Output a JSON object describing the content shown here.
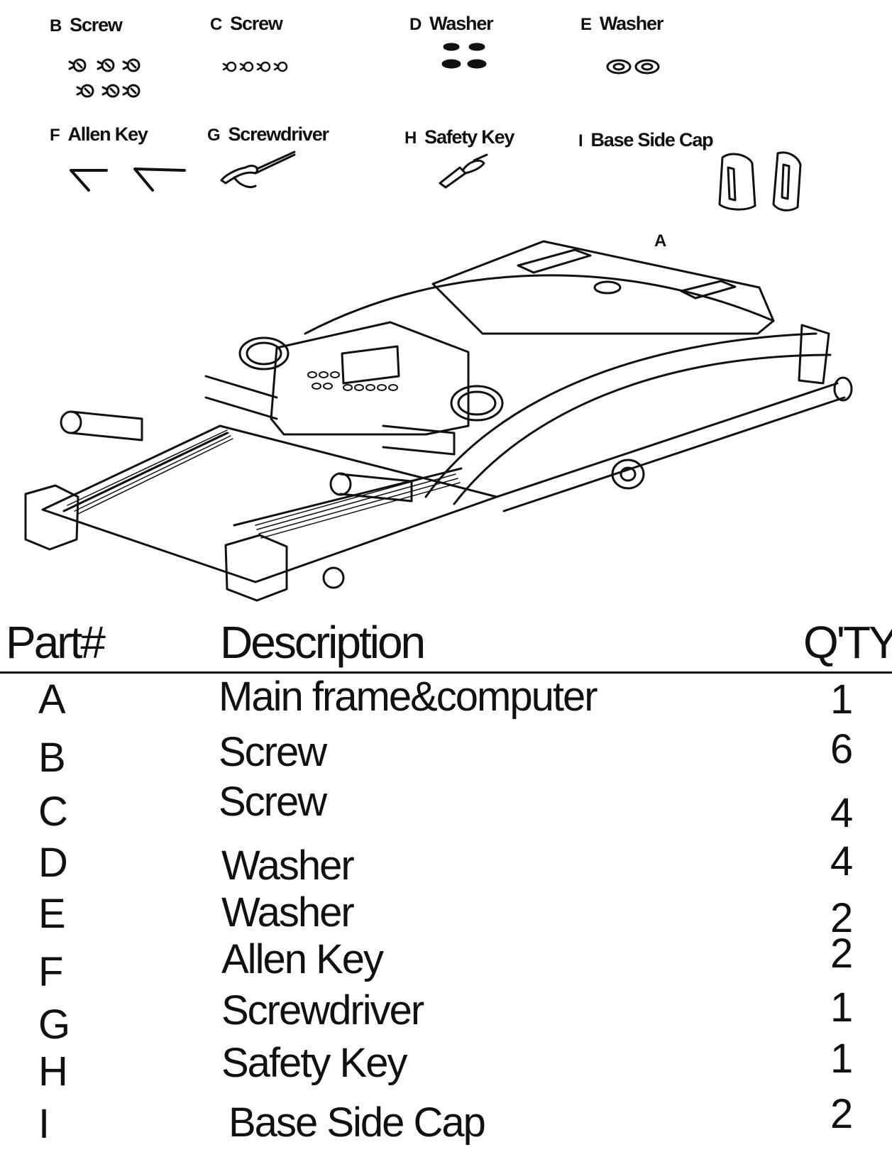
{
  "parts_illustrated": [
    {
      "letter": "B",
      "name": "Screw",
      "icon": "screw-icon"
    },
    {
      "letter": "C",
      "name": "Screw",
      "icon": "small-screw-icon"
    },
    {
      "letter": "D",
      "name": "Washer",
      "icon": "washer-icon"
    },
    {
      "letter": "E",
      "name": "Washer",
      "icon": "ring-washer-icon"
    },
    {
      "letter": "F",
      "name": "Allen Key",
      "icon": "allen-key-icon"
    },
    {
      "letter": "G",
      "name": "Screwdriver",
      "icon": "screwdriver-icon"
    },
    {
      "letter": "H",
      "name": "Safety Key",
      "icon": "safety-key-icon"
    },
    {
      "letter": "I",
      "name": "Base  Side  Cap",
      "icon": "base-side-cap-icon"
    }
  ],
  "main_frame_label": "A",
  "table": {
    "headers": {
      "part": "Part#",
      "description": "Description",
      "qty": "Q'TY"
    },
    "rows": [
      {
        "part": "A",
        "description": "Main frame&computer",
        "qty": "1"
      },
      {
        "part": "B",
        "description": "Screw",
        "qty": "6"
      },
      {
        "part": "C",
        "description": "Screw",
        "qty": "4"
      },
      {
        "part": "D",
        "description": "Washer",
        "qty": "4"
      },
      {
        "part": "E",
        "description": "Washer",
        "qty": "2"
      },
      {
        "part": "F",
        "description": "Allen Key",
        "qty": "2"
      },
      {
        "part": "G",
        "description": "Screwdriver",
        "qty": "1"
      },
      {
        "part": "H",
        "description": "Safety Key",
        "qty": "1"
      },
      {
        "part": "I",
        "description": "Base  Side  Cap",
        "qty": "2"
      }
    ]
  }
}
